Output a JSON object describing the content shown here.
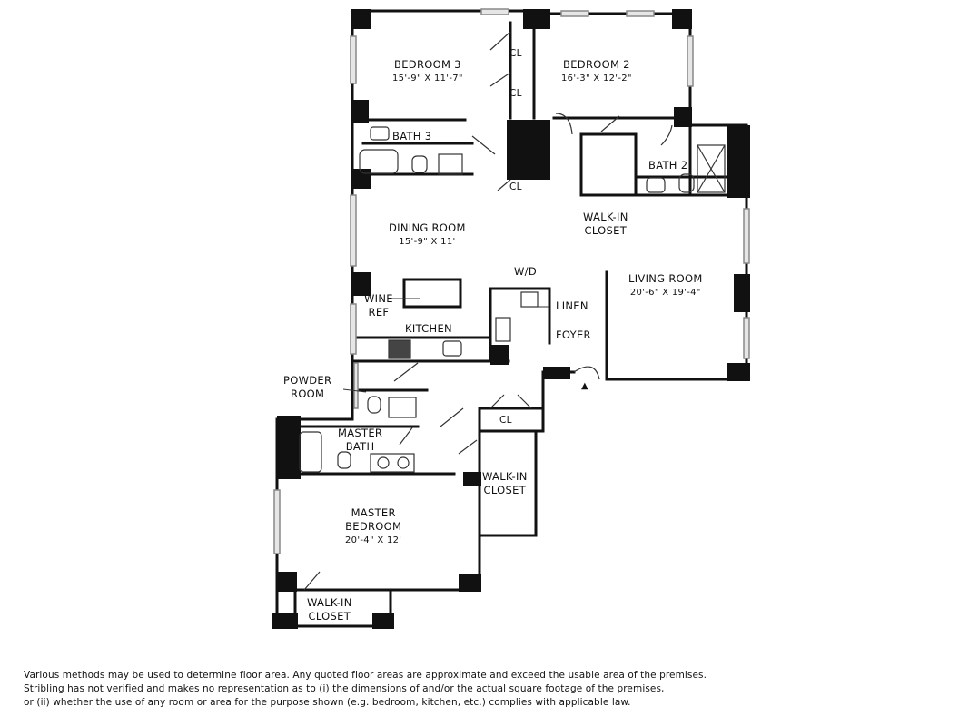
{
  "rooms": {
    "bedroom3": {
      "name": "BEDROOM 3",
      "dims": "15'-9\" X 11'-7\""
    },
    "bedroom2": {
      "name": "BEDROOM 2",
      "dims": "16'-3\" X 12'-2\""
    },
    "bath3": {
      "name": "BATH 3"
    },
    "bath2": {
      "name": "BATH 2"
    },
    "dining": {
      "name": "DINING ROOM",
      "dims": "15'-9\" X 11'"
    },
    "walkin_closet_1": {
      "line1": "WALK-IN",
      "line2": "CLOSET"
    },
    "wd": {
      "name": "W/D"
    },
    "living": {
      "name": "LIVING ROOM",
      "dims": "20'-6\" X 19'-4\""
    },
    "wine_ref": {
      "line1": "WINE",
      "line2": "REF"
    },
    "linen": {
      "name": "LINEN"
    },
    "kitchen": {
      "name": "KITCHEN"
    },
    "foyer": {
      "name": "FOYER"
    },
    "powder": {
      "line1": "POWDER",
      "line2": "ROOM"
    },
    "master_bath": {
      "line1": "MASTER",
      "line2": "BATH"
    },
    "walkin_closet_2": {
      "line1": "WALK-IN",
      "line2": "CLOSET"
    },
    "master_bedroom": {
      "line1": "MASTER",
      "line2": "BEDROOM",
      "dims": "20'-4\" X 12'"
    },
    "walkin_closet_3": {
      "line1": "WALK-IN",
      "line2": "CLOSET"
    }
  },
  "closets": {
    "cl1": "CL",
    "cl2": "CL",
    "cl3": "CL",
    "cl4": "CL"
  },
  "entry_marker": "▲",
  "disclaimer": {
    "line1": "Various methods may be used to determine floor area.  Any quoted floor areas are approximate and exceed the usable area of the premises.",
    "line2": "Stribling has not verified and makes no representation as to (i) the dimensions of and/or the actual square footage of the premises,",
    "line3": "or (ii) whether the use of any room or area for the purpose shown (e.g. bedroom, kitchen, etc.) complies with applicable law."
  }
}
